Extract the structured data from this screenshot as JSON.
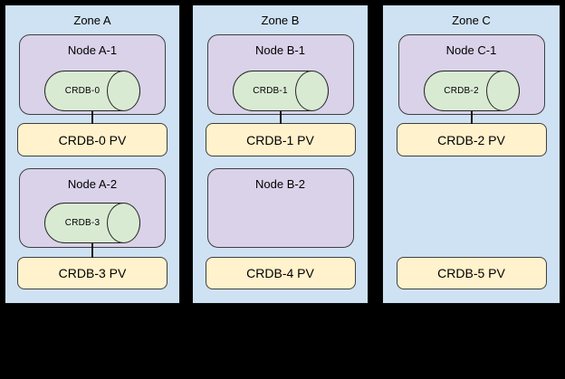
{
  "diagram": {
    "description": "CockroachDB pods distributed across zones with persistent volumes",
    "zones": [
      {
        "title": "Zone A",
        "node1": {
          "label": "Node A-1",
          "pod": "CRDB-0"
        },
        "pv1": "CRDB-0 PV",
        "node2": {
          "label": "Node A-2",
          "pod": "CRDB-3"
        },
        "pv2": "CRDB-3 PV"
      },
      {
        "title": "Zone B",
        "node1": {
          "label": "Node B-1",
          "pod": "CRDB-1"
        },
        "pv1": "CRDB-1 PV",
        "node2": {
          "label": "Node B-2"
        },
        "pv2": "CRDB-4 PV"
      },
      {
        "title": "Zone C",
        "node1": {
          "label": "Node C-1",
          "pod": "CRDB-2"
        },
        "pv1": "CRDB-2 PV",
        "pv2": "CRDB-5 PV"
      }
    ],
    "colors": {
      "background": "#000000",
      "zone_fill": "#cfe2f3",
      "node_fill": "#d9d2e9",
      "pod_fill": "#d9ead3",
      "pv_fill": "#fff2cc"
    }
  }
}
